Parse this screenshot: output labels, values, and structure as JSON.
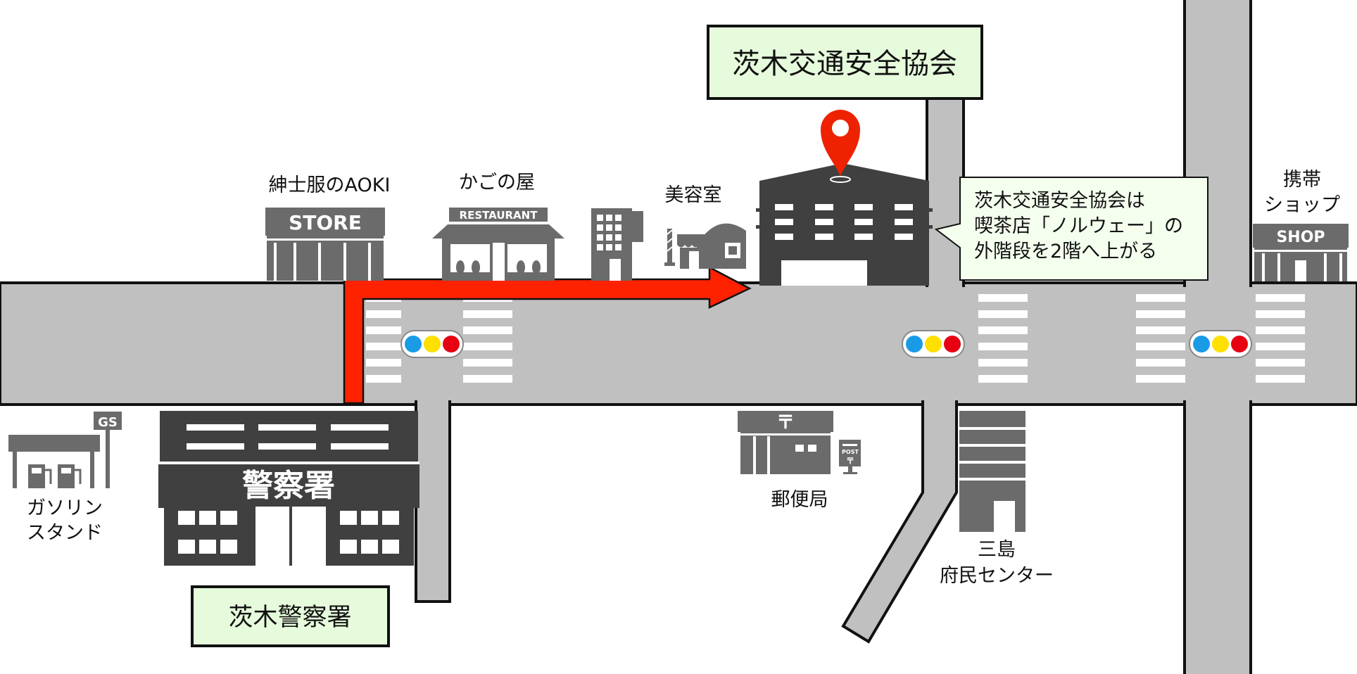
{
  "destination": {
    "title": "茨木交通安全協会",
    "callout_lines": [
      "茨木交通安全協会は",
      "喫茶店「ノルウェー」の",
      "外階段を2階へ上がる"
    ]
  },
  "police": {
    "sign_text": "警察署",
    "caption": "茨木警察署"
  },
  "landmarks": {
    "aoki": {
      "caption": "紳士服のAOKI",
      "sign": "STORE"
    },
    "kagonoya": {
      "caption": "かごの屋",
      "sign": "RESTAURANT"
    },
    "salon": {
      "caption": "美容室"
    },
    "mobile": {
      "caption_lines": [
        "携帯",
        "ショップ"
      ],
      "sign": "SHOP"
    },
    "gas": {
      "caption_lines": [
        "ガソリン",
        "スタンド"
      ],
      "sign": "GS"
    },
    "post_office": {
      "caption": "郵便局",
      "symbol": "〒",
      "box_label": "POST"
    },
    "center": {
      "caption_lines": [
        "三島",
        "府民センター"
      ]
    }
  },
  "colors": {
    "road": "#c0c0c0",
    "route_arrow": "#ff2200",
    "building": "#404040",
    "icon_gray": "#6b6b6b",
    "label_box": "#e6fbdc",
    "pin": "#ee2200",
    "signal": [
      "#1a9be6",
      "#ffe000",
      "#e60012"
    ]
  }
}
